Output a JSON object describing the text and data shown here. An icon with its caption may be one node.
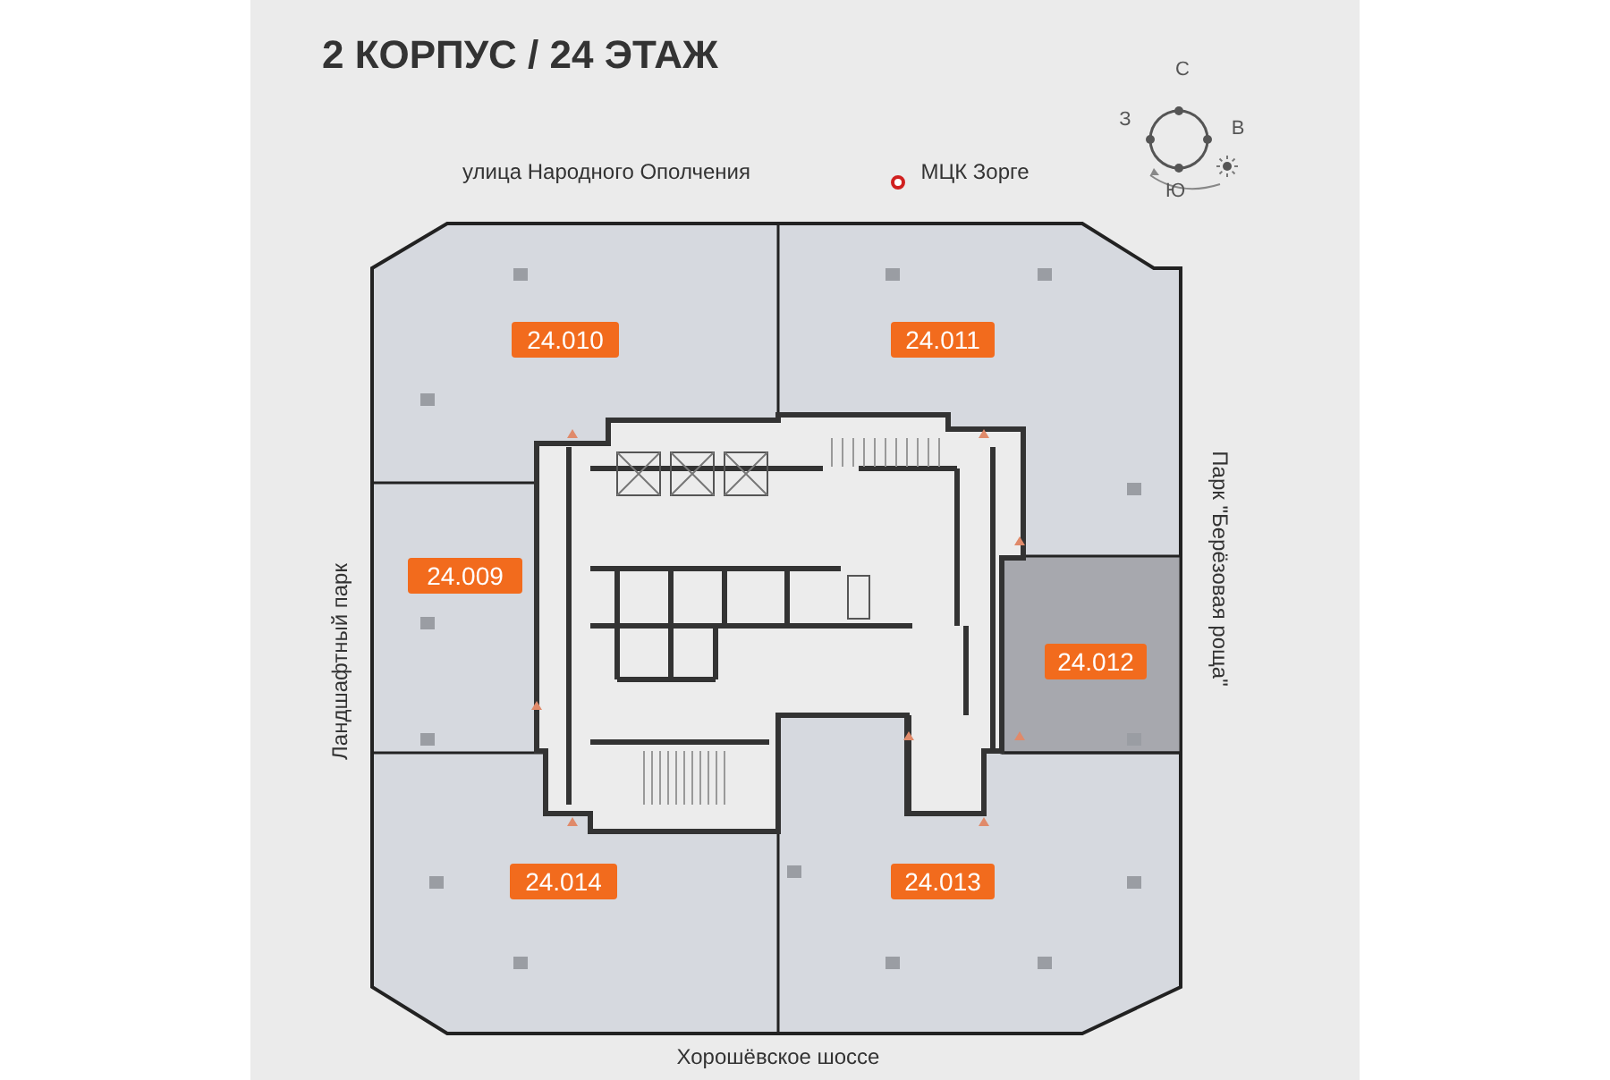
{
  "diagram": {
    "title": "2 КОРПУС / 24 ЭТАЖ",
    "nodes": [
      {
        "text": [
          "24.010"
        ]
      },
      {
        "text": [
          "24.011"
        ]
      },
      {
        "text": [
          "24.009"
        ]
      },
      {
        "text": [
          "24.012"
        ]
      },
      {
        "text": [
          "24.014"
        ]
      },
      {
        "text": [
          "24.013"
        ]
      }
    ],
    "labels": [
      "С",
      "З",
      "В",
      "Ю",
      "улица Народного Ополчения",
      "МЦК Зорге",
      "Ландшафтный парк",
      "Парк \"Берёзовая роща\"",
      "Хорошёвское шоссе"
    ]
  }
}
